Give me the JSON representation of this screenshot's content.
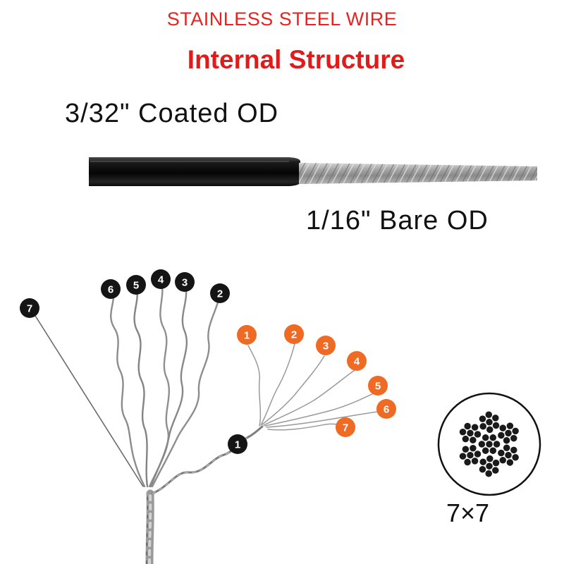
{
  "header": {
    "title": "STAINLESS STEEL WIRE",
    "subtitle": "Internal Structure"
  },
  "cable": {
    "coated_label": "3/32\" Coated OD",
    "bare_label": "1/16\" Bare OD",
    "coating_color": "#0c0c0c",
    "steel_color": "#9a9a9a"
  },
  "strands": {
    "outer_labels": [
      "7",
      "6",
      "5",
      "4",
      "3",
      "2",
      "1"
    ],
    "inner_labels": [
      "1",
      "2",
      "3",
      "4",
      "5",
      "6",
      "7"
    ],
    "outer_badge_color": "#151515",
    "inner_badge_color": "#ef6a22"
  },
  "cross_section": {
    "label": "7×7"
  }
}
